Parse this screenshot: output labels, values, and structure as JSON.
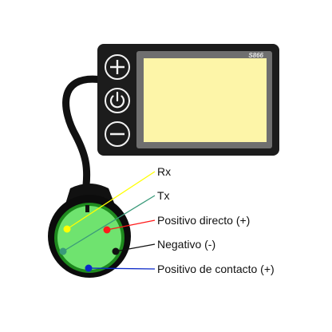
{
  "display": {
    "model": "S866",
    "screen_color": "#fdf5a8",
    "body_color": "#1c1c1c",
    "buttons": [
      {
        "icon": "plus-icon",
        "function": "up"
      },
      {
        "icon": "power-icon",
        "function": "power"
      },
      {
        "icon": "minus-icon",
        "function": "down"
      }
    ]
  },
  "connector": {
    "face_color": "#6fe36f",
    "ring_color": "#1e8a1e",
    "pins": [
      {
        "name": "rx",
        "label": "Rx",
        "color": "#ffff00"
      },
      {
        "name": "tx",
        "label": "Tx",
        "color": "#3a9a7a"
      },
      {
        "name": "positive-direct",
        "label": "Positivo directo (+)",
        "color": "#ff1a1a"
      },
      {
        "name": "negative",
        "label": "Negativo (-)",
        "color": "#111111"
      },
      {
        "name": "positive-contact",
        "label": "Positivo de contacto (+)",
        "color": "#0a28c8"
      }
    ]
  }
}
